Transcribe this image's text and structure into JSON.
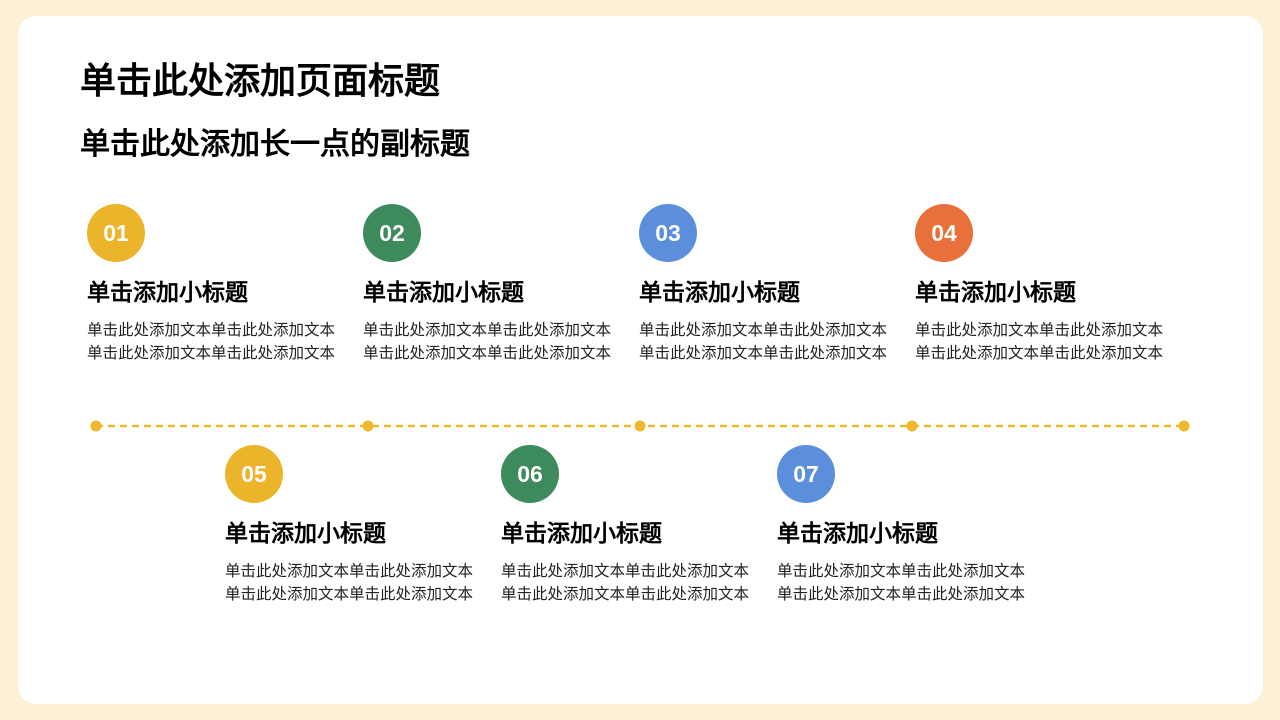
{
  "header": {
    "title": "单击此处添加页面标题",
    "subtitle": "单击此处添加长一点的副标题"
  },
  "colors": {
    "background": "#fdf0d4",
    "card": "#ffffff",
    "timeline": "#f0b92b",
    "yellow": "#ebb42a",
    "green": "#3d8a5c",
    "blue": "#5b8fdc",
    "orange": "#e8703a"
  },
  "steps": [
    {
      "num": "01",
      "color": "#ebb42a",
      "title": "单击添加小标题",
      "text": "单击此处添加文本单击此处添加文本单击此处添加文本单击此处添加文本"
    },
    {
      "num": "02",
      "color": "#3d8a5c",
      "title": "单击添加小标题",
      "text": "单击此处添加文本单击此处添加文本单击此处添加文本单击此处添加文本"
    },
    {
      "num": "03",
      "color": "#5b8fdc",
      "title": "单击添加小标题",
      "text": "单击此处添加文本单击此处添加文本单击此处添加文本单击此处添加文本"
    },
    {
      "num": "04",
      "color": "#e8703a",
      "title": "单击添加小标题",
      "text": "单击此处添加文本单击此处添加文本单击此处添加文本单击此处添加文本"
    },
    {
      "num": "05",
      "color": "#ebb42a",
      "title": "单击添加小标题",
      "text": "单击此处添加文本单击此处添加文本单击此处添加文本单击此处添加文本"
    },
    {
      "num": "06",
      "color": "#3d8a5c",
      "title": "单击添加小标题",
      "text": "单击此处添加文本单击此处添加文本单击此处添加文本单击此处添加文本"
    },
    {
      "num": "07",
      "color": "#5b8fdc",
      "title": "单击添加小标题",
      "text": "单击此处添加文本单击此处添加文本单击此处添加文本单击此处添加文本"
    }
  ]
}
